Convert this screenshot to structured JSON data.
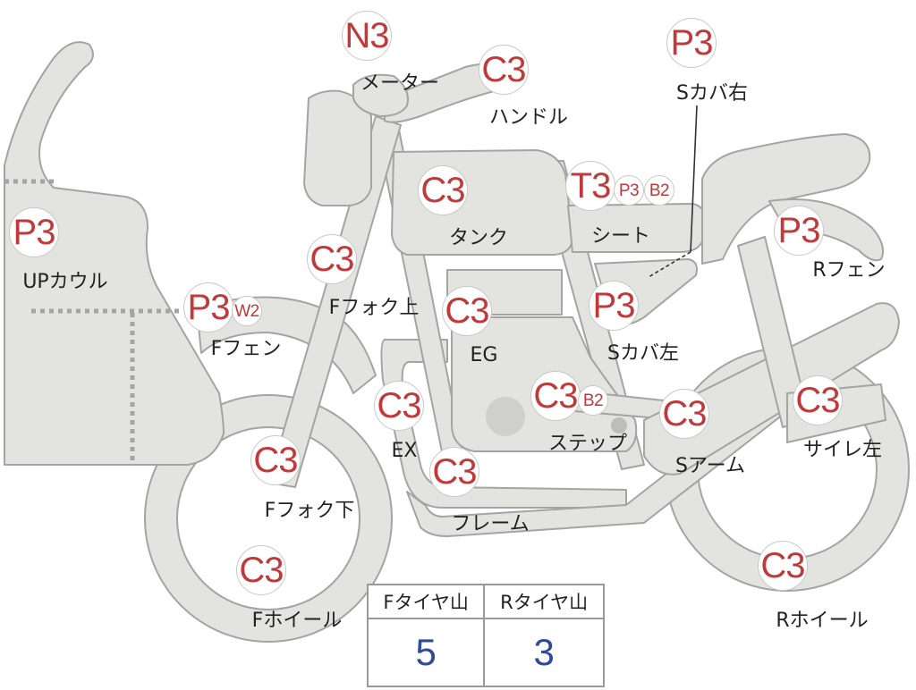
{
  "parts": [
    {
      "id": "meter",
      "label": "メーター",
      "badges": [
        {
          "code": "N3"
        }
      ]
    },
    {
      "id": "handle",
      "label": "ハンドル",
      "badges": [
        {
          "code": "C3"
        }
      ]
    },
    {
      "id": "s-cover-right",
      "label": "Sカバ右",
      "badges": [
        {
          "code": "P3"
        }
      ]
    },
    {
      "id": "tank",
      "label": "タンク",
      "badges": [
        {
          "code": "C3"
        }
      ]
    },
    {
      "id": "seat",
      "label": "シート",
      "badges": [
        {
          "code": "T3"
        },
        {
          "code": "P3"
        },
        {
          "code": "B2"
        }
      ]
    },
    {
      "id": "up-cowl",
      "label": "UPカウル",
      "badges": [
        {
          "code": "P3"
        }
      ]
    },
    {
      "id": "f-fork-upper",
      "label": "Fフォク上",
      "badges": [
        {
          "code": "C3"
        }
      ]
    },
    {
      "id": "r-fender",
      "label": "Rフェン",
      "badges": [
        {
          "code": "P3"
        }
      ]
    },
    {
      "id": "f-fender",
      "label": "Fフェン",
      "badges": [
        {
          "code": "P3"
        },
        {
          "code": "W2"
        }
      ]
    },
    {
      "id": "engine",
      "label": "EG",
      "badges": [
        {
          "code": "C3"
        }
      ]
    },
    {
      "id": "s-cover-left",
      "label": "Sカバ左",
      "badges": [
        {
          "code": "P3"
        }
      ]
    },
    {
      "id": "exhaust",
      "label": "EX",
      "badges": [
        {
          "code": "C3"
        }
      ]
    },
    {
      "id": "step",
      "label": "ステップ",
      "badges": [
        {
          "code": "C3"
        },
        {
          "code": "B2"
        }
      ]
    },
    {
      "id": "muffler-left",
      "label": "サイレ左",
      "badges": [
        {
          "code": "C3"
        }
      ]
    },
    {
      "id": "swing-arm",
      "label": "Sアーム",
      "badges": [
        {
          "code": "C3"
        }
      ]
    },
    {
      "id": "f-fork-lower",
      "label": "Fフォク下",
      "badges": [
        {
          "code": "C3"
        }
      ]
    },
    {
      "id": "frame",
      "label": "フレーム",
      "badges": [
        {
          "code": "C3"
        }
      ]
    },
    {
      "id": "f-wheel",
      "label": "Fホイール",
      "badges": [
        {
          "code": "C3"
        }
      ]
    },
    {
      "id": "r-wheel",
      "label": "Rホイール",
      "badges": [
        {
          "code": "C3"
        }
      ]
    }
  ],
  "tread": {
    "front_label": "Fタイヤ山",
    "rear_label": "Rタイヤ山",
    "front_value": "5",
    "rear_value": "3"
  },
  "colors": {
    "code_text": "#c0393b",
    "tread_value": "#2f4a9a",
    "part_fill": "#e3e3e0",
    "part_stroke": "#a4a4a4"
  }
}
